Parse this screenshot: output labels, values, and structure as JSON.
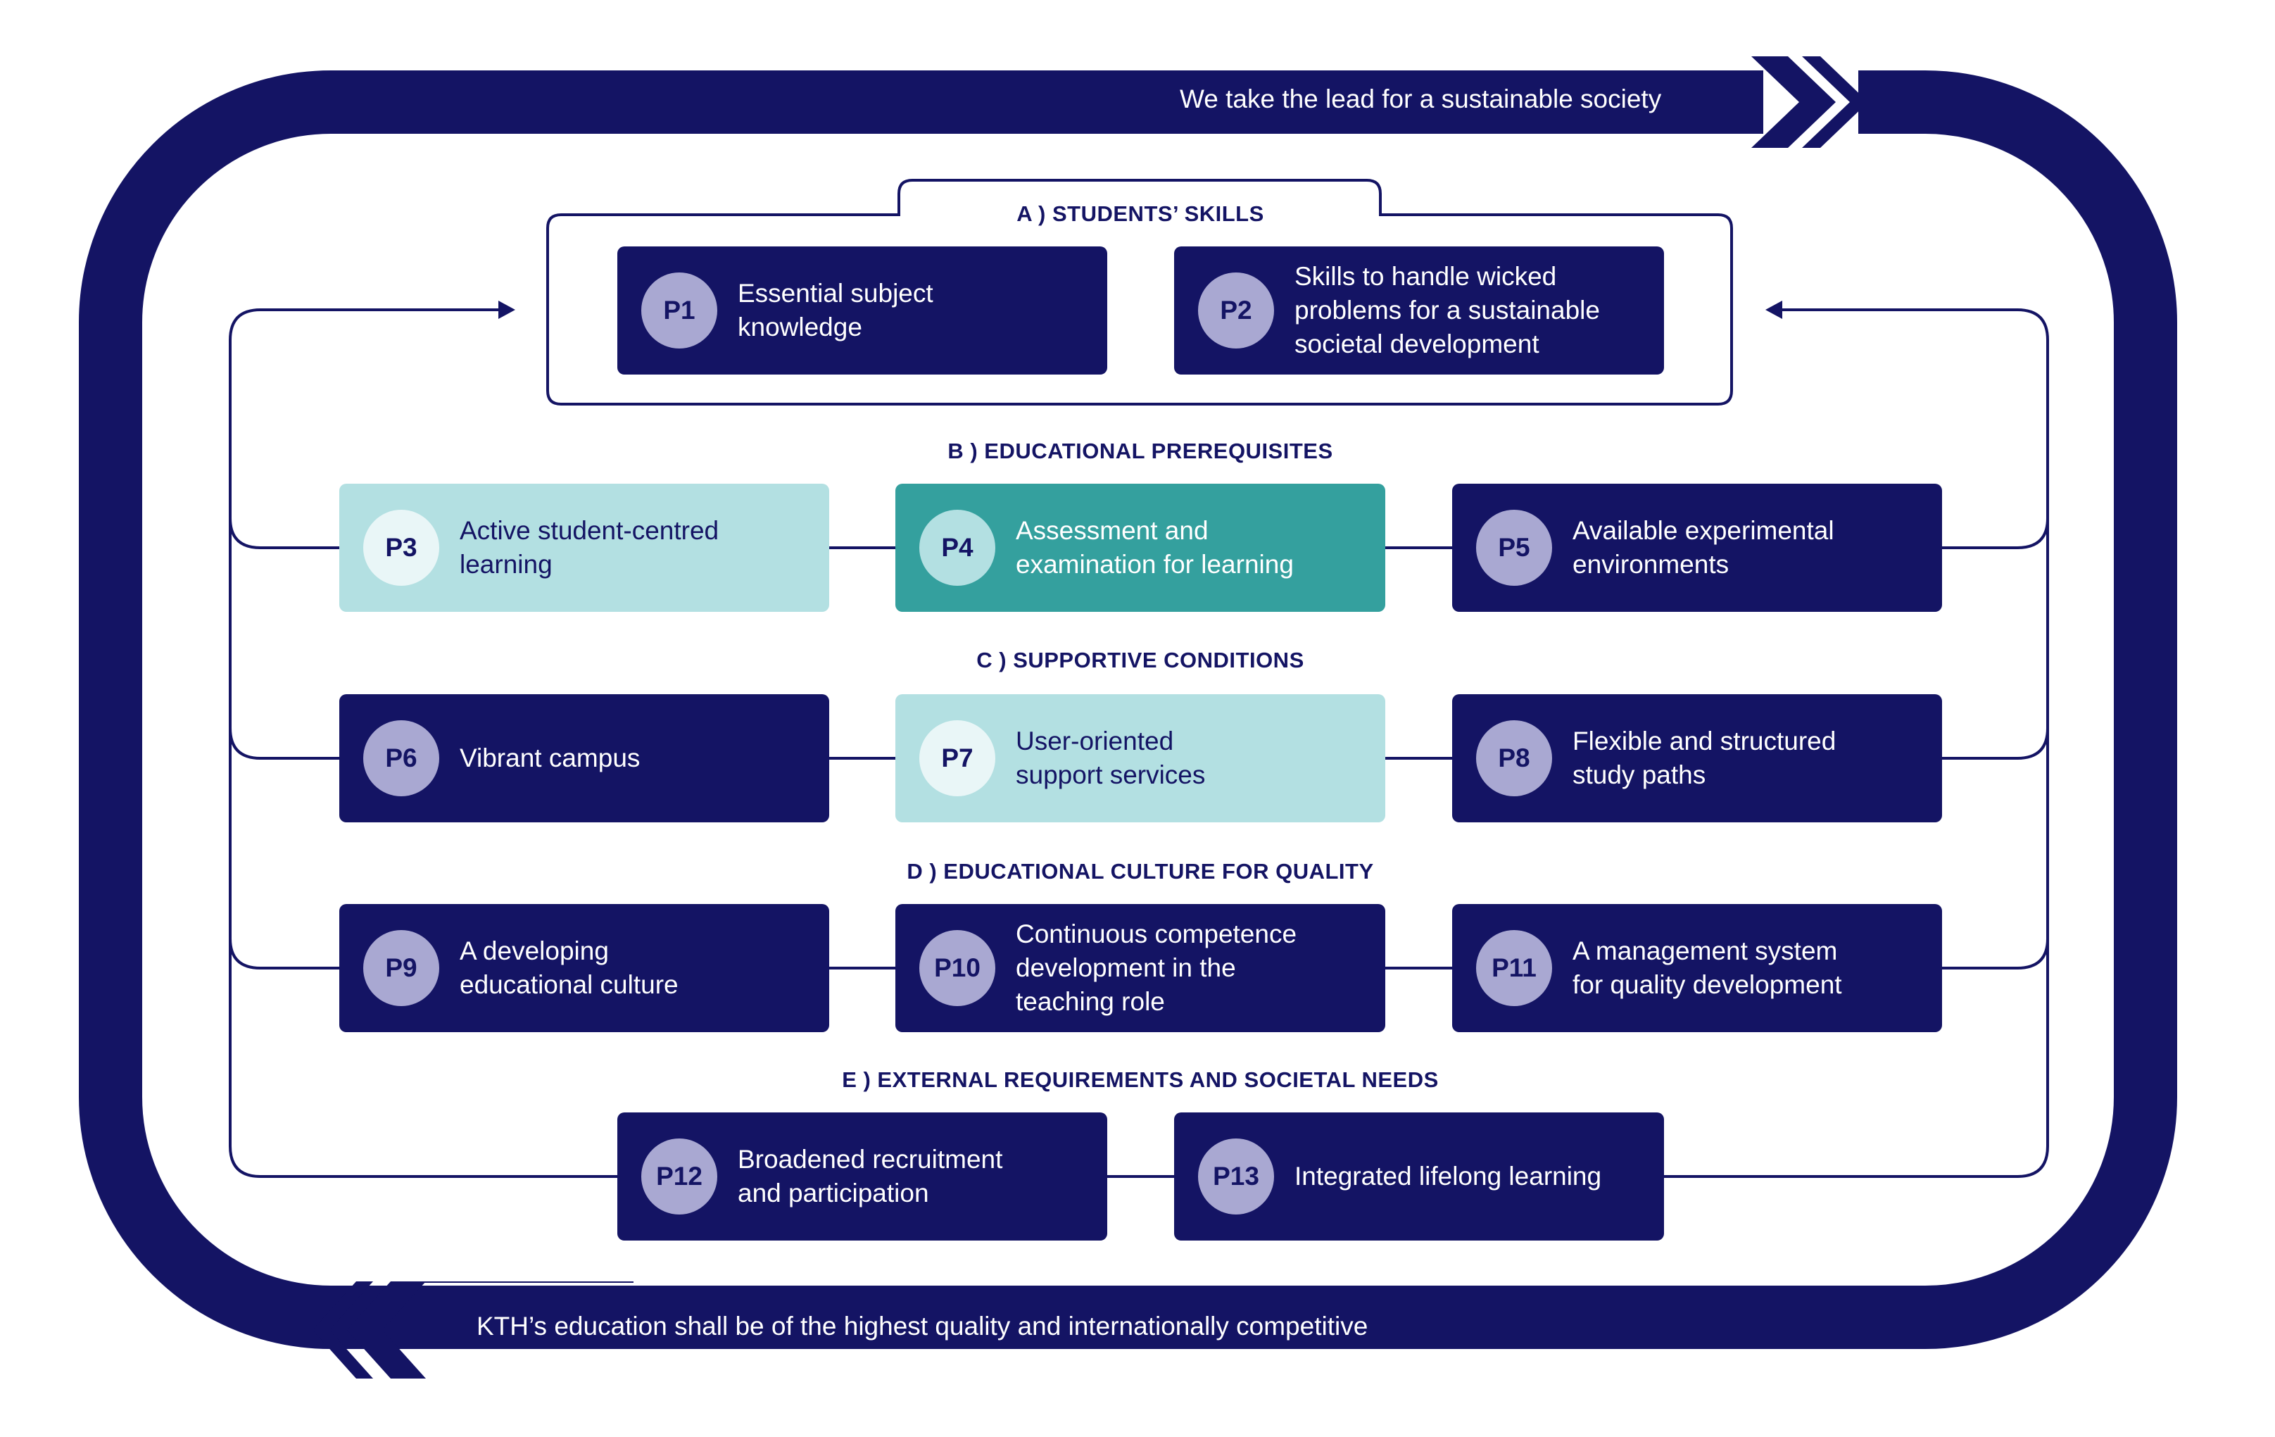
{
  "colors": {
    "navy": "#141464",
    "teal": "#34a09e",
    "light_teal": "#b3e0e2",
    "badge_lavender": "#a9a8d2"
  },
  "top_band_text": "We take the lead for a sustainable society",
  "bottom_band_text": "KTH’s education shall be of the highest quality and internationally competitive",
  "sections": {
    "a": "A )  STUDENTS’ SKILLS",
    "b": "B )  EDUCATIONAL PREREQUISITES",
    "c": "C )  SUPPORTIVE CONDITIONS",
    "d": "D )  EDUCATIONAL CULTURE FOR QUALITY",
    "e": "E )  EXTERNAL REQUIREMENTS AND SOCIETAL NEEDS"
  },
  "principles": {
    "p1": {
      "id": "P1",
      "text": "Essential subject\nknowledge"
    },
    "p2": {
      "id": "P2",
      "text": "Skills to handle wicked\nproblems for a sustainable\nsocietal development"
    },
    "p3": {
      "id": "P3",
      "text": "Active student-centred\nlearning"
    },
    "p4": {
      "id": "P4",
      "text": "Assessment and\nexamination for learning"
    },
    "p5": {
      "id": "P5",
      "text": "Available experimental\nenvironments"
    },
    "p6": {
      "id": "P6",
      "text": "Vibrant campus"
    },
    "p7": {
      "id": "P7",
      "text": "User-oriented\nsupport services"
    },
    "p8": {
      "id": "P8",
      "text": "Flexible and structured\nstudy paths"
    },
    "p9": {
      "id": "P9",
      "text": "A developing\neducational culture"
    },
    "p10": {
      "id": "P10",
      "text": "Continuous competence\ndevelopment in the\nteaching role"
    },
    "p11": {
      "id": "P11",
      "text": "A management system\nfor quality development"
    },
    "p12": {
      "id": "P12",
      "text": "Broadened recruitment\nand participation"
    },
    "p13": {
      "id": "P13",
      "text": "Integrated lifelong learning"
    }
  }
}
